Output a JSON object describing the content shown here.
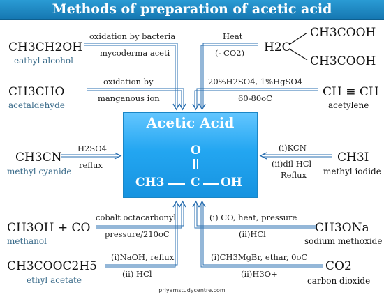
{
  "title": "Methods of preparation of acetic acid",
  "center": {
    "title": "Acetic Acid",
    "o": "O",
    "ch3": "CH3",
    "c": "C",
    "oh": "OH"
  },
  "reactants": {
    "ethyl_alcohol": {
      "formula": "CH3CH2OH",
      "name": "eathyl alcohol"
    },
    "malonic": {
      "h2c": "H2C",
      "top": "CH3COOH",
      "bottom": "CH3COOH"
    },
    "acetaldehyde": {
      "formula": "CH3CHO",
      "name": "acetaldehyde"
    },
    "acetylene": {
      "formula": "CH ≡ CH",
      "name": "acetylene"
    },
    "methyl_cyanide": {
      "formula": "CH3CN",
      "name": "methyl cyanide"
    },
    "methyl_iodide": {
      "formula": "CH3I",
      "name": "methyl iodide"
    },
    "methanol": {
      "formula": "CH3OH  +  CO",
      "name": "methanol"
    },
    "sodium_methoxide": {
      "formula": "CH3ONa",
      "name": "sodium methoxide"
    },
    "ethyl_acetate": {
      "formula": "CH3COOC2H5",
      "name": "ethyl acetate"
    },
    "carbon_dioxide": {
      "formula": "CO2",
      "name": "carbon dioxide"
    }
  },
  "conditions": {
    "bacteria_top": "oxidation by bacteria",
    "bacteria_bottom": "mycoderma aceti",
    "heat_top": "Heat",
    "heat_bottom": "(- CO2)",
    "mn_top": "oxidation by",
    "mn_bottom": "manganous ion",
    "acid_top": "20%H2SO4, 1%HgSO4",
    "acid_bottom": "60-80oC",
    "h2so4_top": "H2SO4",
    "h2so4_bottom": "reflux",
    "kcn_top": "(i)KCN",
    "kcn_mid": "(ii)dil HCl",
    "kcn_bottom": "Reflux",
    "cobalt_top": "cobalt octacarbonyl",
    "cobalt_bottom": "pressure/210oC",
    "co_top": "(i) CO, heat, pressure",
    "co_bottom": "(ii)HCl",
    "naoh_top": "(i)NaOH, reflux",
    "naoh_bottom": "(ii) HCl",
    "grignard_top": "(i)CH3MgBr, ethar, 0oC",
    "grignard_bottom": "(ii)H3O+"
  },
  "footer": "priyamstudycentre.com",
  "colors": {
    "title_bar": "#1a82bd",
    "box": "#23a6f1",
    "arrow": "#2a6fb0",
    "name_text": "#3a6b8a"
  }
}
